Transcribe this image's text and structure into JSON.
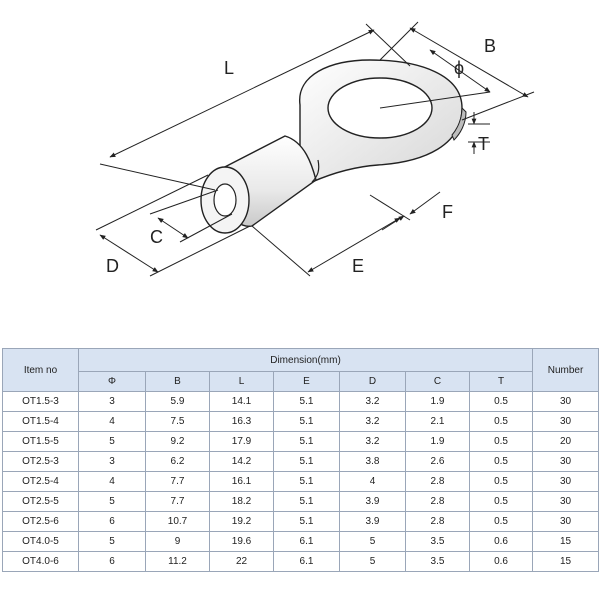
{
  "drawing": {
    "dimension_labels": {
      "L": "L",
      "B": "B",
      "phi": "ϕ",
      "T": "T",
      "F": "F",
      "E": "E",
      "C": "C",
      "D": "D"
    }
  },
  "table": {
    "header_item": "Item no",
    "header_dimension": "Dimension(mm)",
    "header_number": "Number",
    "columns": [
      "Φ",
      "B",
      "L",
      "E",
      "D",
      "C",
      "T"
    ],
    "rows": [
      [
        "OT1.5-3",
        "3",
        "5.9",
        "14.1",
        "5.1",
        "3.2",
        "1.9",
        "0.5",
        "30"
      ],
      [
        "OT1.5-4",
        "4",
        "7.5",
        "16.3",
        "5.1",
        "3.2",
        "2.1",
        "0.5",
        "30"
      ],
      [
        "OT1.5-5",
        "5",
        "9.2",
        "17.9",
        "5.1",
        "3.2",
        "1.9",
        "0.5",
        "20"
      ],
      [
        "OT2.5-3",
        "3",
        "6.2",
        "14.2",
        "5.1",
        "3.8",
        "2.6",
        "0.5",
        "30"
      ],
      [
        "OT2.5-4",
        "4",
        "7.7",
        "16.1",
        "5.1",
        "4",
        "2.8",
        "0.5",
        "30"
      ],
      [
        "OT2.5-5",
        "5",
        "7.7",
        "18.2",
        "5.1",
        "3.9",
        "2.8",
        "0.5",
        "30"
      ],
      [
        "OT2.5-6",
        "6",
        "10.7",
        "19.2",
        "5.1",
        "3.9",
        "2.8",
        "0.5",
        "30"
      ],
      [
        "OT4.0-5",
        "5",
        "9",
        "19.6",
        "6.1",
        "5",
        "3.5",
        "0.6",
        "15"
      ],
      [
        "OT4.0-6",
        "6",
        "11.2",
        "22",
        "6.1",
        "5",
        "3.5",
        "0.6",
        "15"
      ]
    ]
  }
}
